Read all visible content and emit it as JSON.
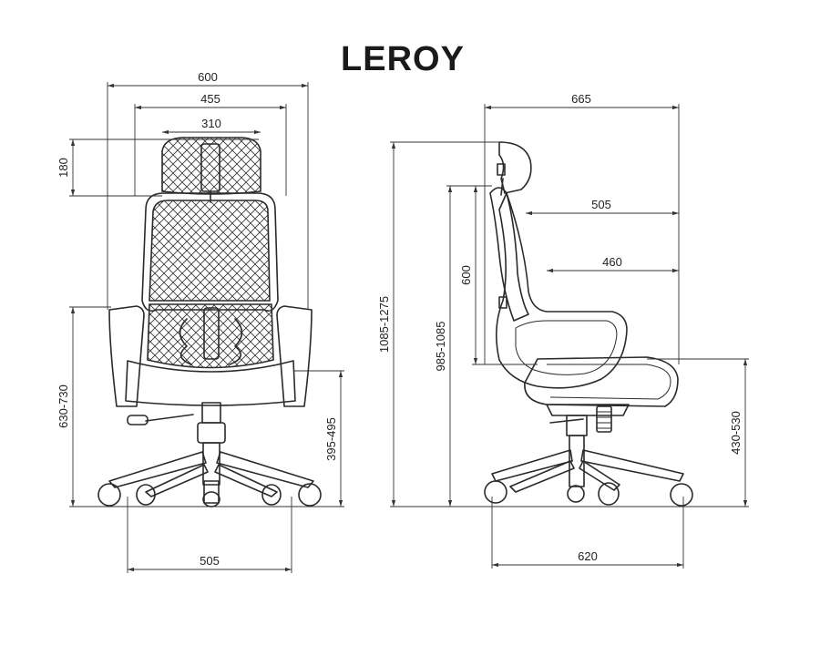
{
  "title": "LEROY",
  "dimensions": {
    "front": {
      "overall_width": "600",
      "backrest_width": "455",
      "headrest_width": "310",
      "headrest_height": "180",
      "armrest_height": "630-730",
      "seat_height": "395-495",
      "base_width": "505"
    },
    "side": {
      "overall_depth": "665",
      "backrest_depth": "505",
      "seat_depth": "460",
      "backrest_height": "600",
      "height_without_headrest": "985-1085",
      "overall_height": "1085-1275",
      "seat_height": "430-530",
      "base_depth": "620"
    }
  }
}
